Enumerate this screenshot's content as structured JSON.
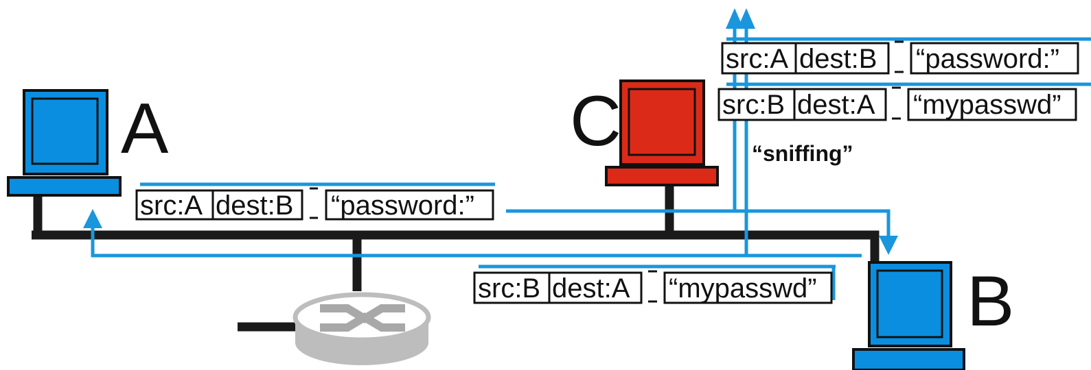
{
  "nodes": {
    "a": {
      "label": "A"
    },
    "b": {
      "label": "B"
    },
    "c": {
      "label": "C"
    }
  },
  "packets": {
    "request": {
      "src": "src:A",
      "dest": "dest:B",
      "payload": "“password:”"
    },
    "reply": {
      "src": "src:B",
      "dest": "dest:A",
      "payload": "“mypasswd”"
    },
    "sniffed_request": {
      "src": "src:A",
      "dest": "dest:B",
      "payload": "“password:”"
    },
    "sniffed_reply": {
      "src": "src:B",
      "dest": "dest:A",
      "payload": "“mypasswd”"
    }
  },
  "annotations": {
    "sniffing": "“sniffing”"
  },
  "colors": {
    "host_blue": "#0a8ee0",
    "attacker_red": "#dc2a18",
    "flow_blue": "#1a96dc",
    "wire": "#1a1a1a",
    "router_gray": "#bdbdbd"
  }
}
